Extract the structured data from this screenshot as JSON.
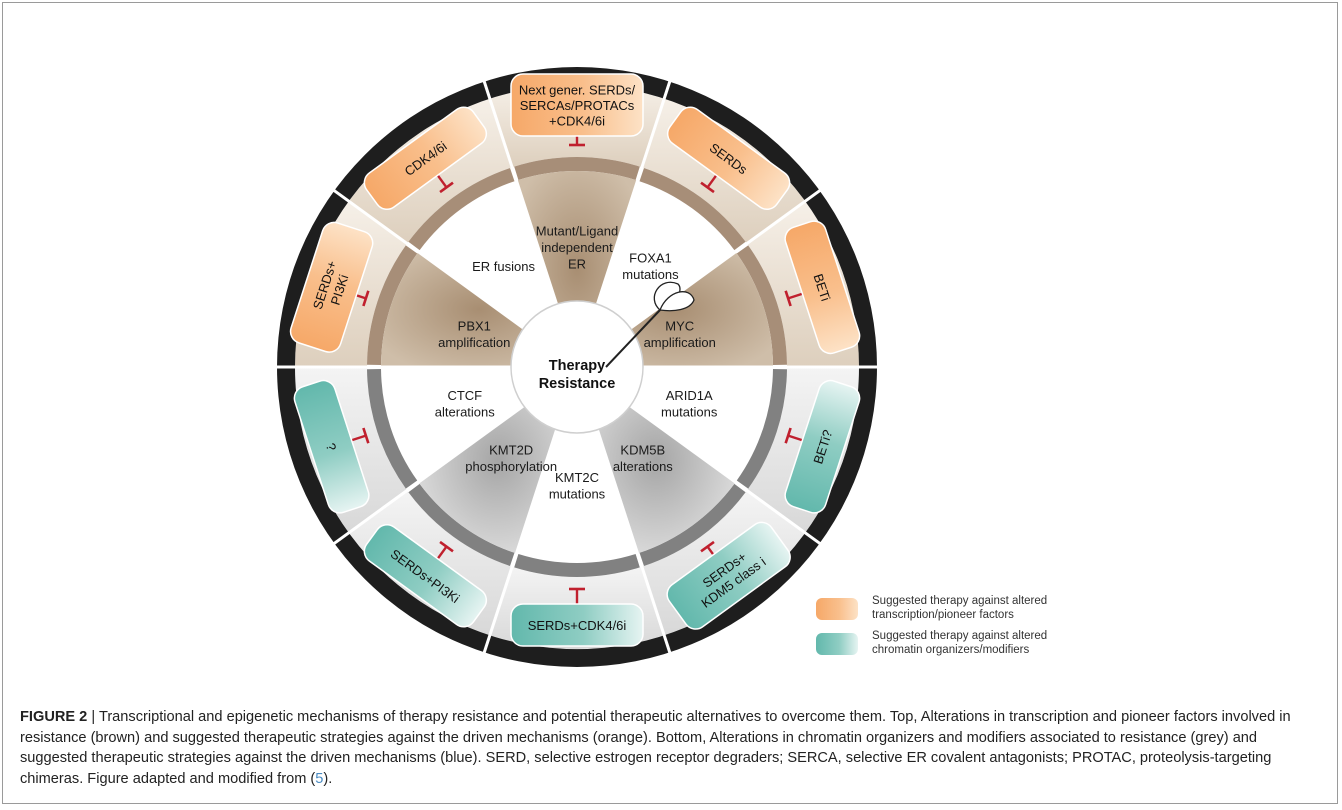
{
  "center": {
    "line1": "Therapy",
    "line2": "Resistance"
  },
  "colors": {
    "outer_ring": "#1e1e1e",
    "brown_segment": "#a78e78",
    "grey_segment": "#818181",
    "orange_box_start": "#f6a868",
    "orange_box_end": "#fde2c6",
    "teal_box_start": "#62b8ac",
    "teal_box_end": "#e6f4f2",
    "inhibitor": "#c0202e",
    "brown_wedge": "#b9a187",
    "grey_wedge": "#b4b4b4"
  },
  "mechanisms": [
    {
      "lines": [
        "Mutant/Ligand",
        "independent",
        "ER"
      ],
      "group": "top"
    },
    {
      "lines": [
        "FOXA1",
        "mutations"
      ],
      "group": "top"
    },
    {
      "lines": [
        "MYC",
        "amplification"
      ],
      "group": "top"
    },
    {
      "lines": [
        "ARID1A",
        "mutations"
      ],
      "group": "bottom"
    },
    {
      "lines": [
        "KDM5B",
        "alterations"
      ],
      "group": "bottom"
    },
    {
      "lines": [
        "KMT2C",
        "mutations"
      ],
      "group": "bottom"
    },
    {
      "lines": [
        "KMT2D",
        "phosphorylation"
      ],
      "group": "bottom"
    },
    {
      "lines": [
        "CTCF",
        "alterations"
      ],
      "group": "bottom"
    },
    {
      "lines": [
        "PBX1",
        "amplification"
      ],
      "group": "top"
    },
    {
      "lines": [
        "ER fusions"
      ],
      "group": "top"
    }
  ],
  "therapies": [
    {
      "lines": [
        "Next gener. SERDs/",
        "SERCAs/PROTACs",
        "+CDK4/6i"
      ],
      "group": "orange"
    },
    {
      "lines": [
        "SERDs"
      ],
      "group": "orange"
    },
    {
      "lines": [
        "BETi"
      ],
      "group": "orange"
    },
    {
      "lines": [
        "BETi?"
      ],
      "group": "teal"
    },
    {
      "lines": [
        "SERDs+",
        "KDM5 class i"
      ],
      "group": "teal"
    },
    {
      "lines": [
        "SERDs+CDK4/6i"
      ],
      "group": "teal"
    },
    {
      "lines": [
        "SERDs+PI3Ki"
      ],
      "group": "teal"
    },
    {
      "lines": [
        "?"
      ],
      "group": "teal"
    },
    {
      "lines": [
        "SERDs+",
        "PI3Ki"
      ],
      "group": "orange"
    },
    {
      "lines": [
        "CDK4/6i"
      ],
      "group": "orange"
    }
  ],
  "legend": [
    {
      "lines": [
        "Suggested therapy against altered",
        "transcription/pioneer factors"
      ],
      "group": "orange"
    },
    {
      "lines": [
        "Suggested therapy against altered",
        "chromatin organizers/modifiers"
      ],
      "group": "teal"
    }
  ],
  "caption": {
    "label": "FIGURE 2",
    "separator": " | ",
    "text": "Transcriptional and epigenetic mechanisms of therapy resistance and potential therapeutic alternatives to overcome them. Top, Alterations in transcription and pioneer factors involved in resistance (brown) and suggested therapeutic strategies against the driven mechanisms (orange). Bottom, Alterations in chromatin organizers and modifiers associated to resistance (grey) and suggested therapeutic strategies against the driven mechanisms (blue). SERD, selective estrogen receptor degraders; SERCA, selective ER covalent antagonists; PROTAC, proteolysis-targeting chimeras. Figure adapted and modified from (",
    "ref": "5",
    "end": ")."
  }
}
